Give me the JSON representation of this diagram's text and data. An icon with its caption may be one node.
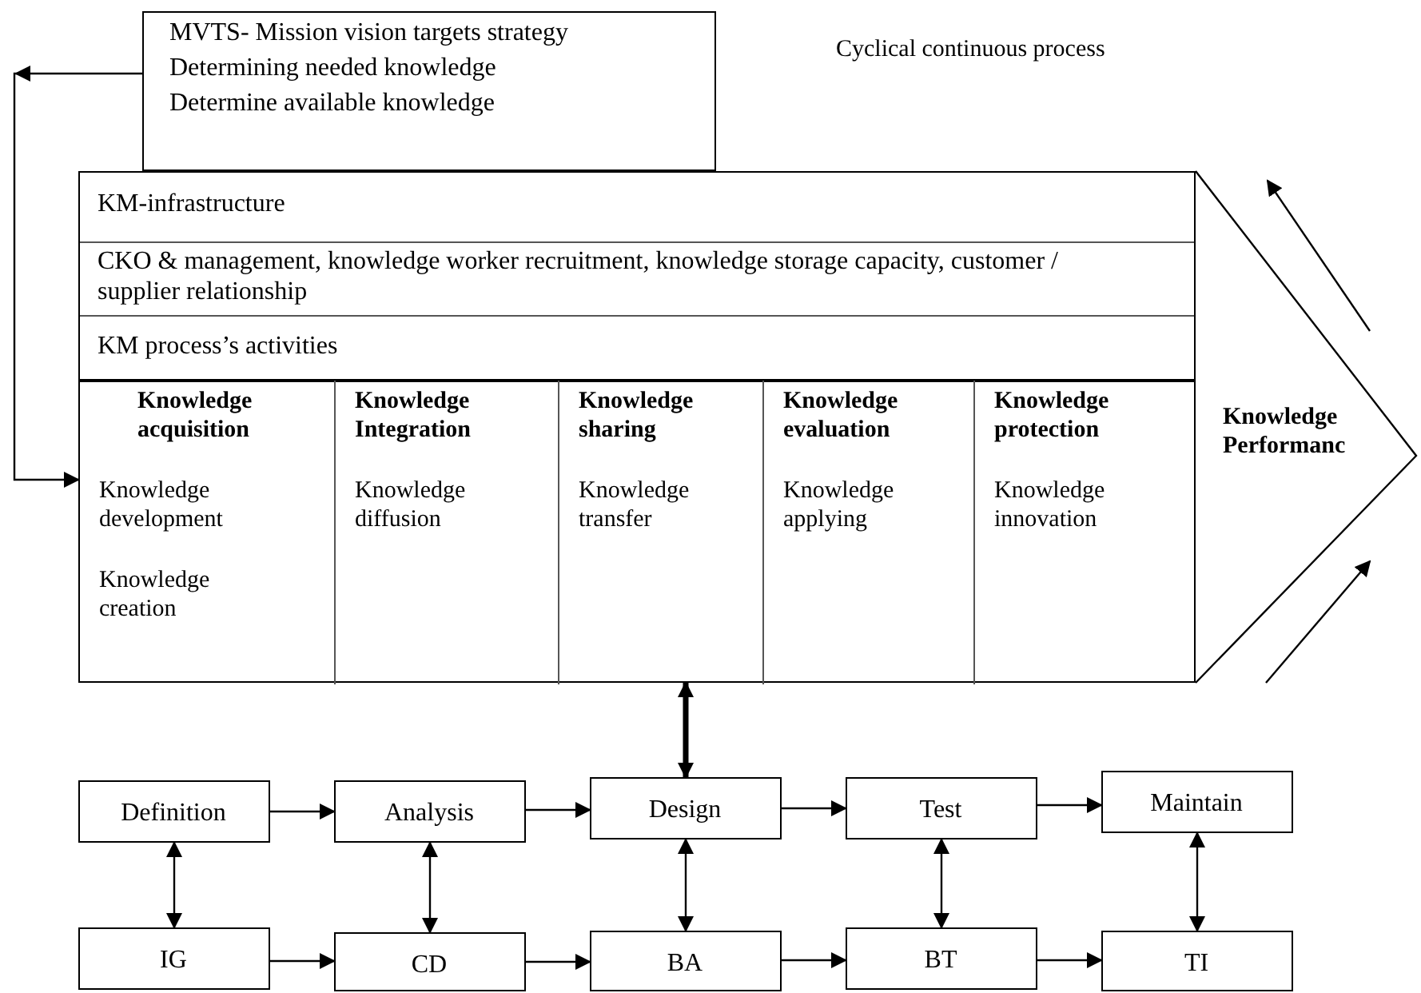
{
  "diagram": {
    "nodes": [
      {
        "text": [
          "MVTS- Mission vision targets strategy",
          "Determining needed knowledge",
          "Determine available knowledge"
        ]
      },
      {
        "text": [
          "KM-infrastructure",
          "CKO & management, knowledge worker recruitment, knowledge storage capacity, customer / supplier relationship",
          "KM process’s activities"
        ]
      },
      {
        "text": [
          "Knowledge acquisition",
          "Knowledge development",
          "Knowledge creation"
        ],
        "in": 1
      },
      {
        "text": [
          "Knowledge Integration",
          "Knowledge diffusion"
        ],
        "in": 1
      },
      {
        "text": [
          "Knowledge sharing",
          "Knowledge transfer"
        ],
        "in": 1
      },
      {
        "text": [
          "Knowledge evaluation",
          "Knowledge applying"
        ],
        "in": 1
      },
      {
        "text": [
          "Knowledge protection",
          "Knowledge innovation"
        ],
        "in": 1
      },
      {
        "text": [
          "Knowledge Performanc"
        ]
      },
      {
        "text": [
          "Definition"
        ]
      },
      {
        "text": [
          "Analysis"
        ]
      },
      {
        "text": [
          "Design"
        ]
      },
      {
        "text": [
          "Test"
        ]
      },
      {
        "text": [
          "Maintain"
        ]
      },
      {
        "text": [
          "IG"
        ]
      },
      {
        "text": [
          "CD"
        ]
      },
      {
        "text": [
          "BA"
        ]
      },
      {
        "text": [
          "BT"
        ]
      },
      {
        "text": [
          "TI"
        ]
      }
    ],
    "edges": [
      {
        "from": 0,
        "to": 1,
        "arrow": "to"
      },
      {
        "from": 1,
        "to": 10,
        "arrow": "both",
        "style": "thick"
      },
      {
        "from": 8,
        "to": 9,
        "arrow": "to"
      },
      {
        "from": 9,
        "to": 10,
        "arrow": "to"
      },
      {
        "from": 10,
        "to": 11,
        "arrow": "to"
      },
      {
        "from": 11,
        "to": 12,
        "arrow": "to"
      },
      {
        "from": 13,
        "to": 14,
        "arrow": "to"
      },
      {
        "from": 14,
        "to": 15,
        "arrow": "to"
      },
      {
        "from": 15,
        "to": 16,
        "arrow": "to"
      },
      {
        "from": 16,
        "to": 17,
        "arrow": "to"
      },
      {
        "from": 8,
        "to": 13,
        "arrow": "both"
      },
      {
        "from": 9,
        "to": 14,
        "arrow": "both"
      },
      {
        "from": 10,
        "to": 15,
        "arrow": "both"
      },
      {
        "from": 11,
        "to": 16,
        "arrow": "both"
      },
      {
        "from": 12,
        "to": 17,
        "arrow": "both"
      }
    ],
    "labels": [
      "Cyclical continuous process"
    ]
  }
}
